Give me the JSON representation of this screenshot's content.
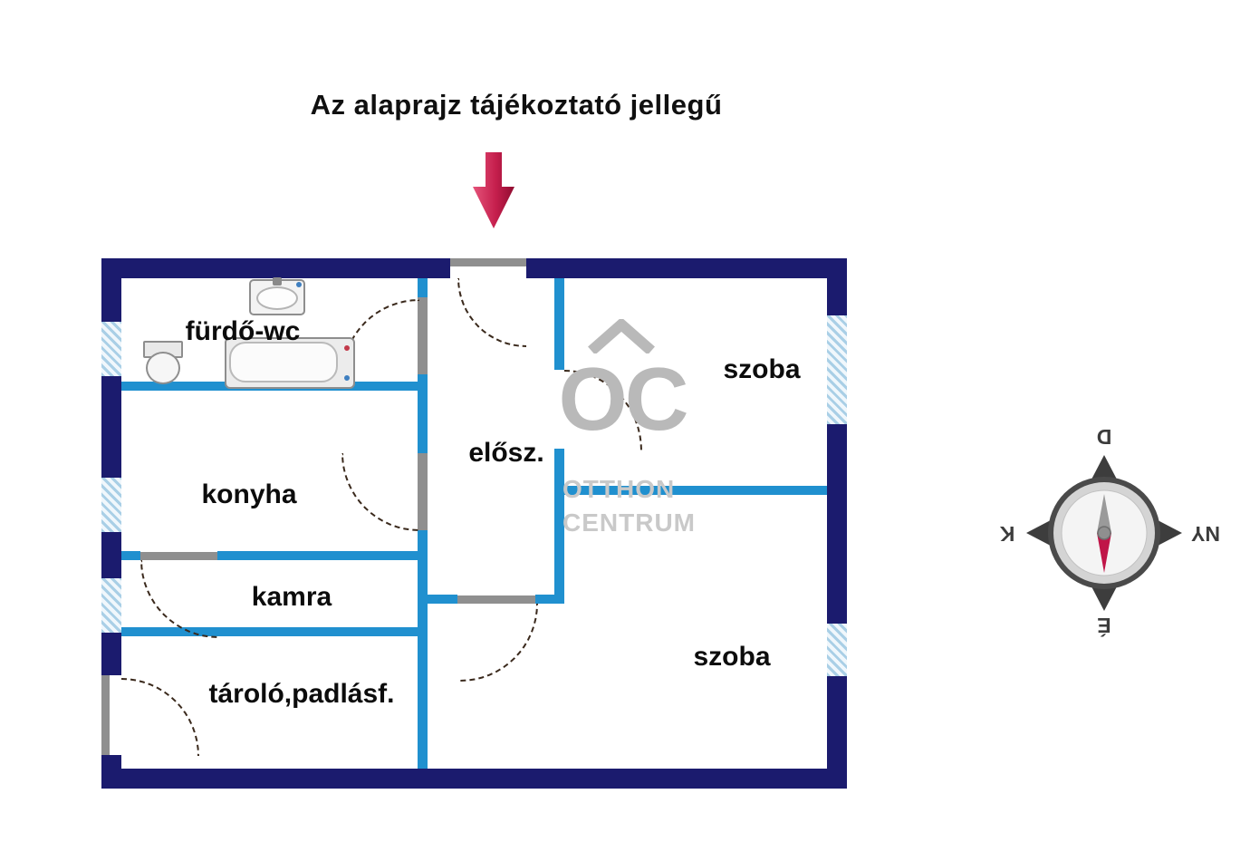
{
  "title": "Az alaprajz tájékoztató jellegű",
  "plan": {
    "rooms": [
      {
        "id": "bathroom",
        "label": "fürdő-wc"
      },
      {
        "id": "kitchen",
        "label": "konyha"
      },
      {
        "id": "pantry",
        "label": "kamra"
      },
      {
        "id": "storage",
        "label": "tároló,padlásf."
      },
      {
        "id": "hall",
        "label": "elősz."
      },
      {
        "id": "room-top",
        "label": "szoba"
      },
      {
        "id": "room-bottom",
        "label": "szoba"
      }
    ]
  },
  "watermark": {
    "monogram": "OC",
    "line1": "OTTHON",
    "line2": "CENTRUM"
  },
  "compass": {
    "top": "D",
    "left": "K",
    "right": "NY",
    "bottom": "É"
  },
  "colors": {
    "outer_wall": "#1b1b6e",
    "inner_wall": "#2090cf",
    "window_hatch": "#a9cfe6",
    "entrance_arrow": "#cd2150",
    "needle_south": "#c01548",
    "needle_north": "#9a9a9a",
    "watermark_gray": "#b9b9b9",
    "label_text": "#0c0c0c"
  }
}
